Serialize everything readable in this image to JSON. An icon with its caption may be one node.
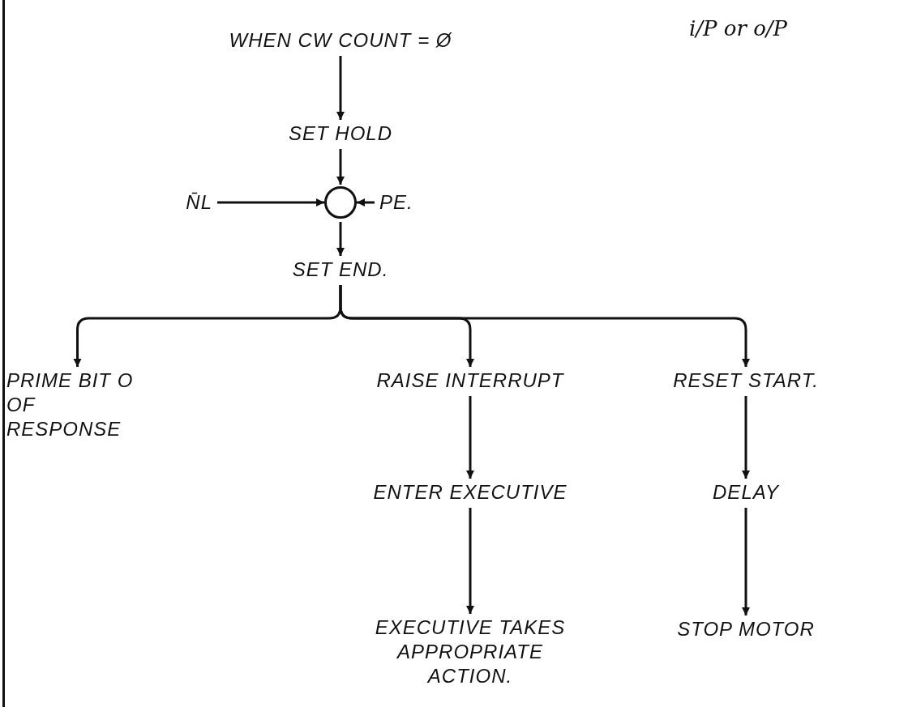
{
  "diagram": {
    "nodes": [
      {
        "text": [
          "WHEN CW COUNT = Ø"
        ]
      },
      {
        "text": [
          "SET HOLD"
        ]
      },
      {
        "text": [
          "N̄L"
        ]
      },
      {
        "text": [],
        "shape": "circle"
      },
      {
        "text": [
          "PE."
        ]
      },
      {
        "text": [
          "SET END."
        ]
      },
      {
        "text": [
          "PRIME BIT O OF RESPONSE"
        ]
      },
      {
        "text": [
          "RAISE INTERRUPT"
        ]
      },
      {
        "text": [
          "RESET START."
        ]
      },
      {
        "text": [
          "ENTER EXECUTIVE"
        ]
      },
      {
        "text": [
          "DELAY"
        ]
      },
      {
        "text": [
          "EXECUTIVE TAKES APPROPRIATE ACTION."
        ]
      },
      {
        "text": [
          "STOP MOTOR"
        ]
      }
    ],
    "edges": [
      {
        "from": 0,
        "to": 1,
        "arrow": "to"
      },
      {
        "from": 1,
        "to": 3,
        "arrow": "to"
      },
      {
        "from": 2,
        "to": 3,
        "arrow": "to"
      },
      {
        "from": 4,
        "to": 3,
        "arrow": "to"
      },
      {
        "from": 3,
        "to": 5,
        "arrow": "to"
      },
      {
        "from": 5,
        "to": 6,
        "arrow": "to"
      },
      {
        "from": 5,
        "to": 7,
        "arrow": "to"
      },
      {
        "from": 5,
        "to": 8,
        "arrow": "to"
      },
      {
        "from": 7,
        "to": 9,
        "arrow": "to"
      },
      {
        "from": 9,
        "to": 11,
        "arrow": "to"
      },
      {
        "from": 8,
        "to": 10,
        "arrow": "to"
      },
      {
        "from": 10,
        "to": 12,
        "arrow": "to"
      }
    ],
    "labels": [
      "i/P or o/P"
    ]
  }
}
